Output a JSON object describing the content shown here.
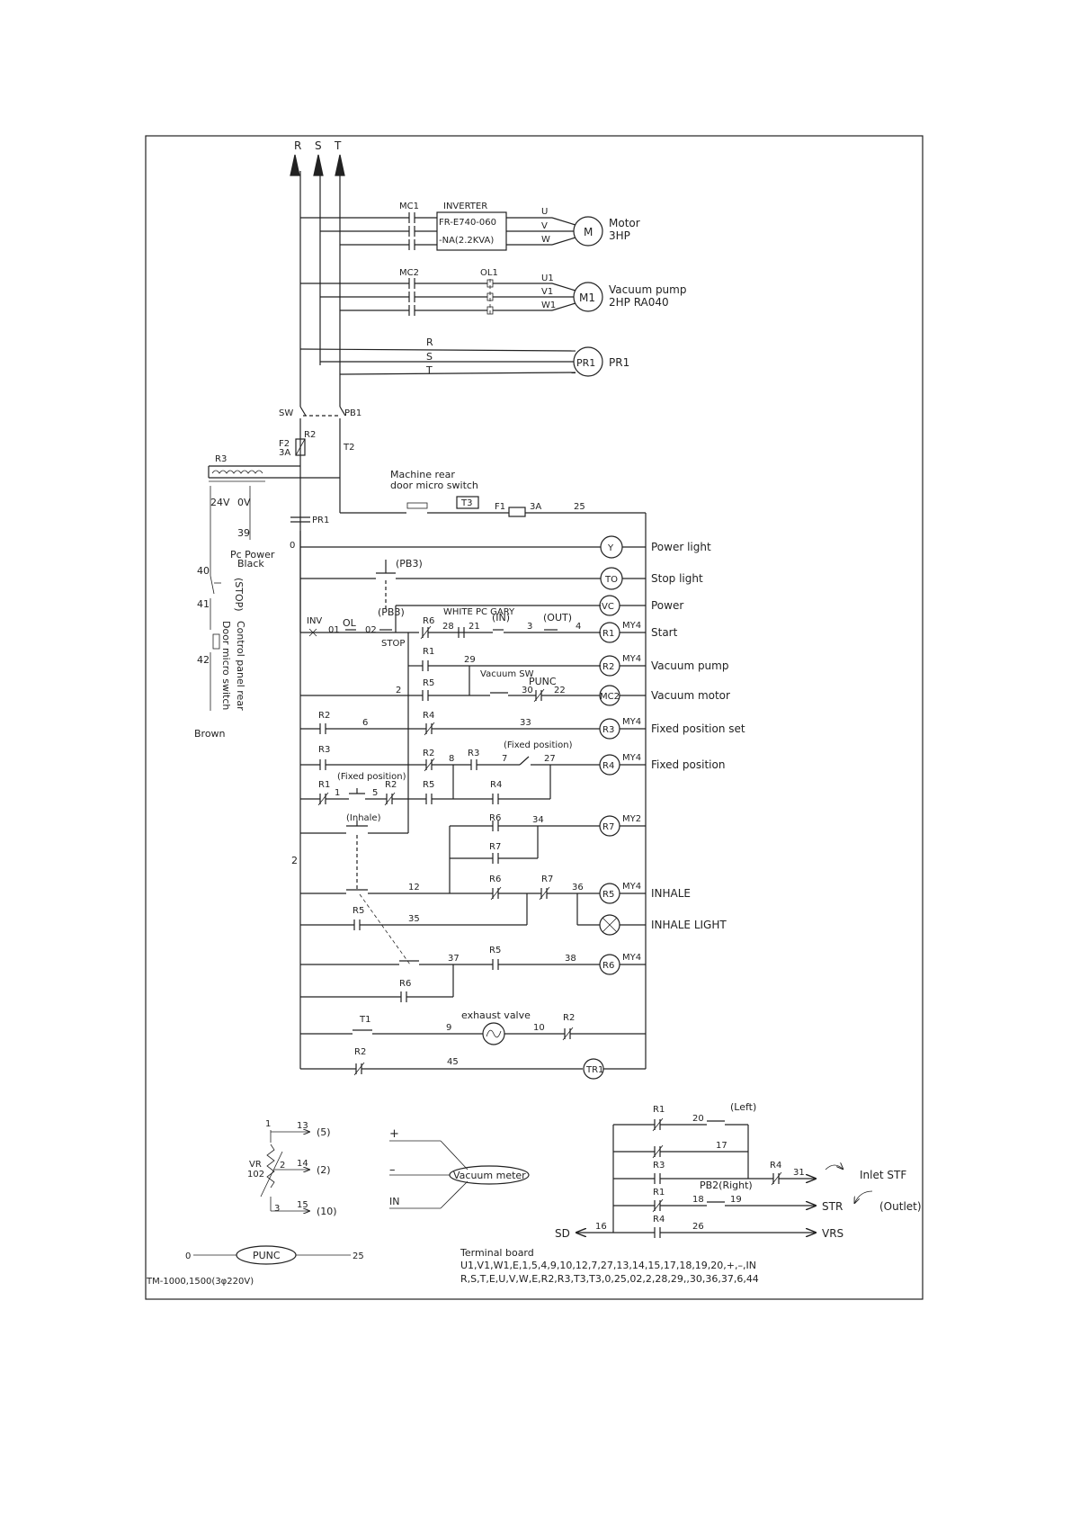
{
  "phases": [
    "R",
    "S",
    "T"
  ],
  "power_section": {
    "mc1": "MC1",
    "inverter_title": "INVERTER",
    "inverter_model": "FR-E740-060",
    "inverter_rating": "-NA(2.2KVA)",
    "uvw": [
      "U",
      "V",
      "W"
    ],
    "motor_symbol": "M",
    "motor_label": "Motor",
    "motor_hp": "3HP",
    "mc2": "MC2",
    "ol1": "OL1",
    "u1v1w1": [
      "U1",
      "V1",
      "W1"
    ],
    "pump_symbol": "M1",
    "pump_label": "Vacuum pump",
    "pump_model": "2HP RA040",
    "rst": [
      "R",
      "S",
      "T"
    ],
    "pr1_symbol": "PR1",
    "pr1_label": "PR1"
  },
  "supply": {
    "sw": "SW",
    "pb1": "PB1",
    "r2": "R2",
    "fuse": "F2",
    "fuse_rating": "3A",
    "t2": "T2",
    "r3": "R3",
    "v24": "24V",
    "v0": "0V",
    "wire39": "39",
    "pc_power": "Pc Power",
    "black": "Black",
    "pr1": "PR1",
    "n0": "0",
    "n40": "40",
    "n41": "41",
    "n42": "42",
    "stop_vert": "(STOP)",
    "control_panel_vert": "Control panel rear",
    "door_micro_vert": "Door micro switch",
    "brown": "Brown",
    "machine_rear": "Machine rear",
    "door_micro": "door micro switch",
    "t3": "T3",
    "f1": "F1",
    "f1_rating": "3A",
    "n25": "25"
  },
  "ladder": {
    "y_lamp": "Y",
    "power_light": "Power light",
    "pb3": "(PB3)",
    "to_lamp": "TO",
    "stop_light": "Stop light",
    "vc": "VC",
    "power": "Power",
    "inv": "INV",
    "n01": "01",
    "ol": "OL",
    "n02": "02",
    "stop": "STOP",
    "r6": "R6",
    "n28": "28",
    "white_pc_gary": "WHITE PC GARY",
    "n21": "21",
    "in": "(IN)",
    "n3": "3",
    "out": "(OUT)",
    "n4": "4",
    "r1_coil": "R1",
    "start": "Start",
    "my4": "MY4",
    "r1": "R1",
    "n29": "29",
    "vacuum_sw": "Vacuum SW",
    "r2_coil": "R2",
    "vacuum_pump": "Vacuum pump",
    "n2": "2",
    "r5": "R5",
    "punc": "PUNC",
    "n30": "30",
    "n22": "22",
    "mc2_coil": "MC2",
    "vacuum_motor": "Vacuum motor",
    "r2": "R2",
    "n6": "6",
    "r4": "R4",
    "n33": "33",
    "r3_coil": "R3",
    "fixed_position_set": "Fixed position set",
    "r3": "R3",
    "fixed_position_paren": "(Fixed position)",
    "n7": "7",
    "n27": "27",
    "n8": "8",
    "r4_coil": "R4",
    "fixed_position": "Fixed position",
    "n1": "1",
    "n5": "5",
    "inhale_paren": "(Inhale)",
    "r7": "R7",
    "n34": "34",
    "r7_coil": "R7",
    "my2": "MY2",
    "n12": "12",
    "n36": "36",
    "r5_coil": "R5",
    "inhale": "INHALE",
    "n35": "35",
    "inhale_light": "INHALE LIGHT",
    "n37": "37",
    "n38": "38",
    "r6_coil": "R6",
    "t1": "T1",
    "n9": "9",
    "exhaust_valve": "exhaust valve",
    "n10": "10",
    "n45": "45",
    "tr1": "TR1"
  },
  "bottom_left": {
    "n1": "1",
    "n13": "13",
    "p5": "(5)",
    "vr": "VR",
    "vr102": "102",
    "n2": "2",
    "n14": "14",
    "p2": "(2)",
    "n3": "3",
    "n15": "15",
    "p10": "(10)",
    "plus": "+",
    "minus": "–",
    "in": "IN",
    "vacuum_meter": "Vacuum meter",
    "n0": "0",
    "punc": "PUNC",
    "n25": "25",
    "model": "TM-1000,1500(3φ220V)"
  },
  "bottom_right": {
    "r1": "R1",
    "n20": "20",
    "left": "(Left)",
    "n17": "17",
    "r3": "R3",
    "pb2": "PB2(Right)",
    "r4": "R4",
    "n31": "31",
    "inlet_stf": "Inlet STF",
    "n18": "18",
    "n19": "19",
    "str": "STR",
    "outlet": "(Outlet)",
    "sd": "SD",
    "n16": "16",
    "n26": "26",
    "vrs": "VRS",
    "terminal_board": "Terminal board",
    "terminal_line1": "U1,V1,W1,E,1,5,4,9,10,12,7,27,13,14,15,17,18,19,20,+,–,IN",
    "terminal_line2": "R,S,T,E,U,V,W,E,R2,R3,T3,T3,0,25,02,2,28,29,,30,36,37,6,44"
  }
}
